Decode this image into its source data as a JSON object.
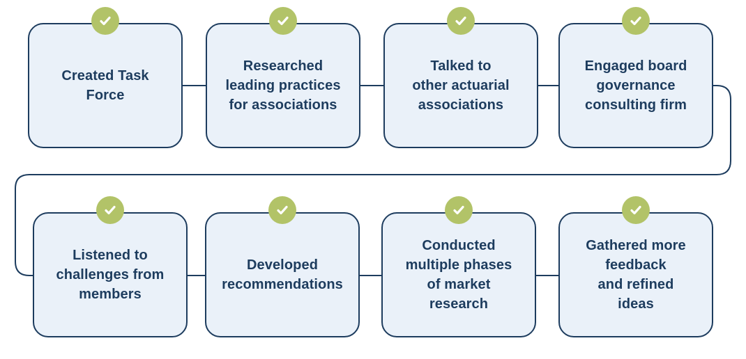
{
  "palette": {
    "navy": "#1d3c5e",
    "box_fill": "#eaf1f9",
    "green": "#b2c368",
    "check": "#ffffff",
    "background": "#ffffff"
  },
  "steps": [
    {
      "label": "Created Task\nForce",
      "icon": "check-icon",
      "status": "complete"
    },
    {
      "label": "Researched\nleading practices\nfor associations",
      "icon": "check-icon",
      "status": "complete"
    },
    {
      "label": "Talked to\nother actuarial\nassociations",
      "icon": "check-icon",
      "status": "complete"
    },
    {
      "label": "Engaged board\ngovernance\nconsulting firm",
      "icon": "check-icon",
      "status": "complete"
    },
    {
      "label": "Listened to\nchallenges from\nmembers",
      "icon": "check-icon",
      "status": "complete"
    },
    {
      "label": "Developed\nrecommendations",
      "icon": "check-icon",
      "status": "complete"
    },
    {
      "label": "Conducted\nmultiple phases\nof market\nresearch",
      "icon": "check-icon",
      "status": "complete"
    },
    {
      "label": "Gathered more\nfeedback\nand refined\nideas",
      "icon": "check-icon",
      "status": "complete"
    }
  ]
}
